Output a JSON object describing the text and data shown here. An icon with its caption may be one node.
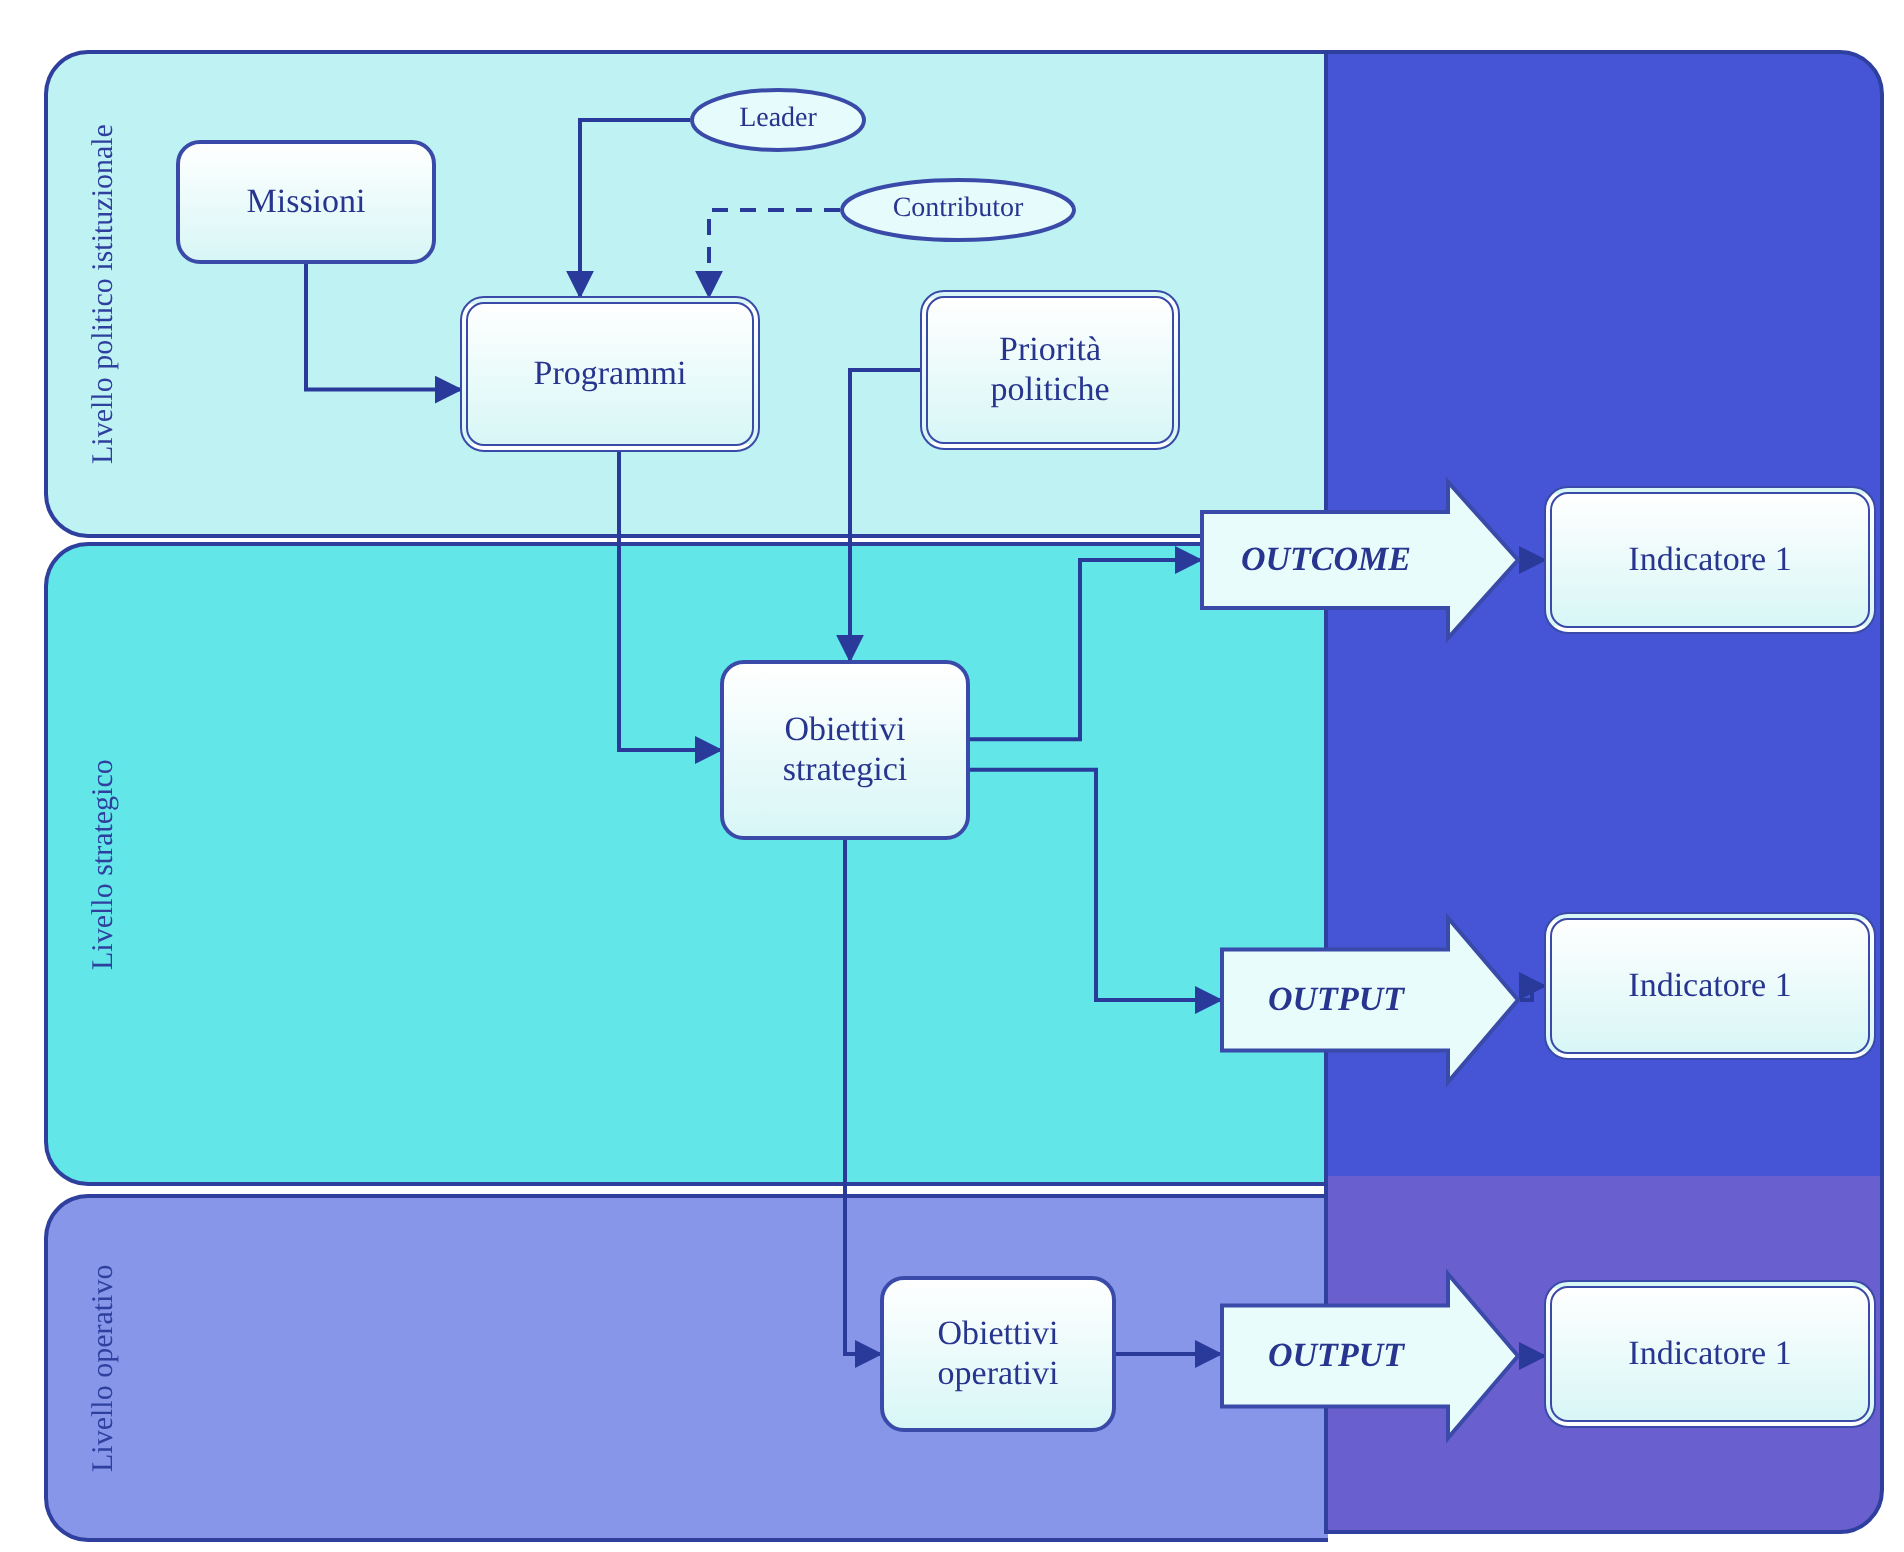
{
  "diagram": {
    "nodes": [
      {
        "text": [
          "Livello politico istituzionale"
        ]
      },
      {
        "text": [
          "Missioni"
        ],
        "in": 0
      },
      {
        "text": [
          "Programmi"
        ],
        "in": 0
      },
      {
        "text": [
          "Leader"
        ],
        "in": 0
      },
      {
        "text": [
          "Contributor"
        ],
        "in": 0
      },
      {
        "text": [
          "Priorità politiche"
        ],
        "in": 0
      },
      {
        "text": [
          "Livello strategico"
        ]
      },
      {
        "text": [
          "Obiettivi strategici"
        ],
        "in": 6
      },
      {
        "text": [
          "OUTCOME"
        ]
      },
      {
        "text": [
          "Indicatore 1"
        ]
      },
      {
        "text": [
          "OUTPUT"
        ]
      },
      {
        "text": [
          "Indicatore 1"
        ]
      },
      {
        "text": [
          "Livello operativo"
        ]
      },
      {
        "text": [
          "Obiettivi operativi"
        ],
        "in": 12
      },
      {
        "text": [
          "OUTPUT"
        ]
      },
      {
        "text": [
          "Indicatore 1"
        ]
      }
    ],
    "edges": [
      {
        "from": 1,
        "to": 2,
        "arrow": "to"
      },
      {
        "from": 3,
        "to": 2,
        "arrow": "to"
      },
      {
        "from": 4,
        "to": 2,
        "arrow": "to",
        "style": "dashed"
      },
      {
        "from": 2,
        "to": 7,
        "arrow": "to"
      },
      {
        "from": 5,
        "to": 7,
        "arrow": "to"
      },
      {
        "from": 7,
        "to": 8,
        "arrow": "to"
      },
      {
        "from": 7,
        "to": 10,
        "arrow": "to"
      },
      {
        "from": 7,
        "to": 13,
        "arrow": "to"
      },
      {
        "from": 13,
        "to": 14,
        "arrow": "to"
      },
      {
        "from": 8,
        "to": 9,
        "arrow": "to"
      },
      {
        "from": 10,
        "to": 11,
        "arrow": "to"
      },
      {
        "from": 14,
        "to": 15,
        "arrow": "to"
      }
    ]
  }
}
